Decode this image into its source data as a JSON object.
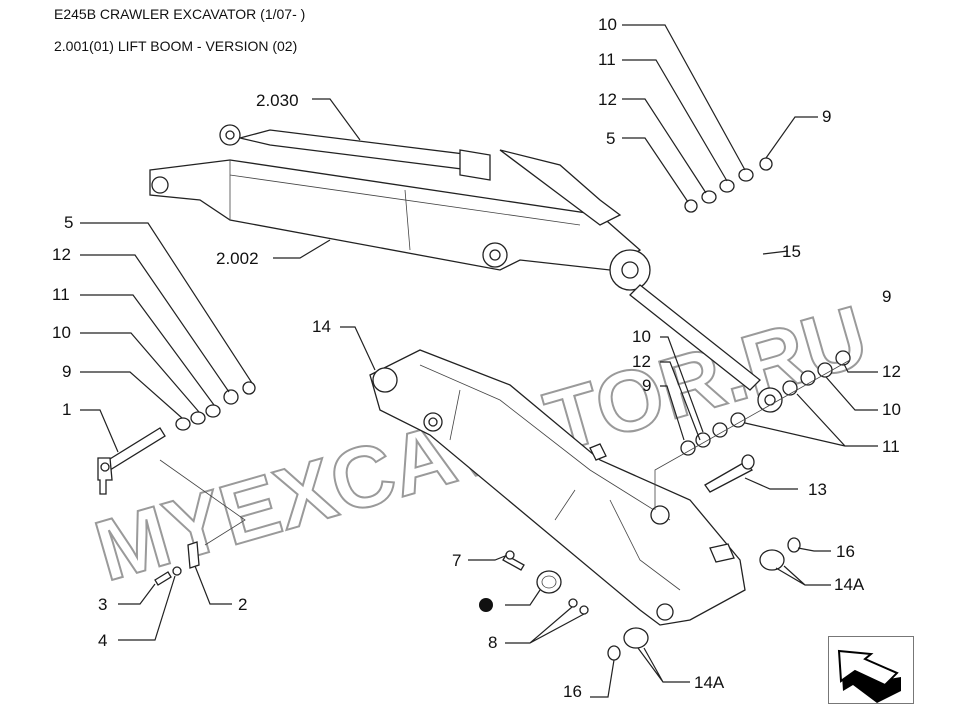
{
  "header": {
    "model_title": "E245B CRAWLER EXCAVATOR (1/07- )",
    "section_title": "2.001(01) LIFT BOOM - VERSION (02)"
  },
  "watermark": "MYEXCAVATOR.RU",
  "callouts": {
    "c2030": "2.030",
    "c2002": "2.002",
    "tr10": "10",
    "tr11": "11",
    "tr12": "12",
    "tr5": "5",
    "tr9": "9",
    "tr15": "15",
    "l5": "5",
    "l12": "12",
    "l11": "11",
    "l10": "10",
    "l9": "9",
    "l1": "1",
    "c14": "14",
    "m10": "10",
    "m12": "12",
    "m9": "9",
    "r9": "9",
    "r12": "12",
    "r10": "10",
    "r11": "11",
    "c13": "13",
    "c7": "7",
    "c8": "8",
    "c3": "3",
    "c4": "4",
    "c2": "2",
    "c16a": "16",
    "c14a_r": "14A",
    "c16b": "16",
    "c14a_b": "14A"
  },
  "navigation": {
    "icon": "back-arrow-icon"
  }
}
